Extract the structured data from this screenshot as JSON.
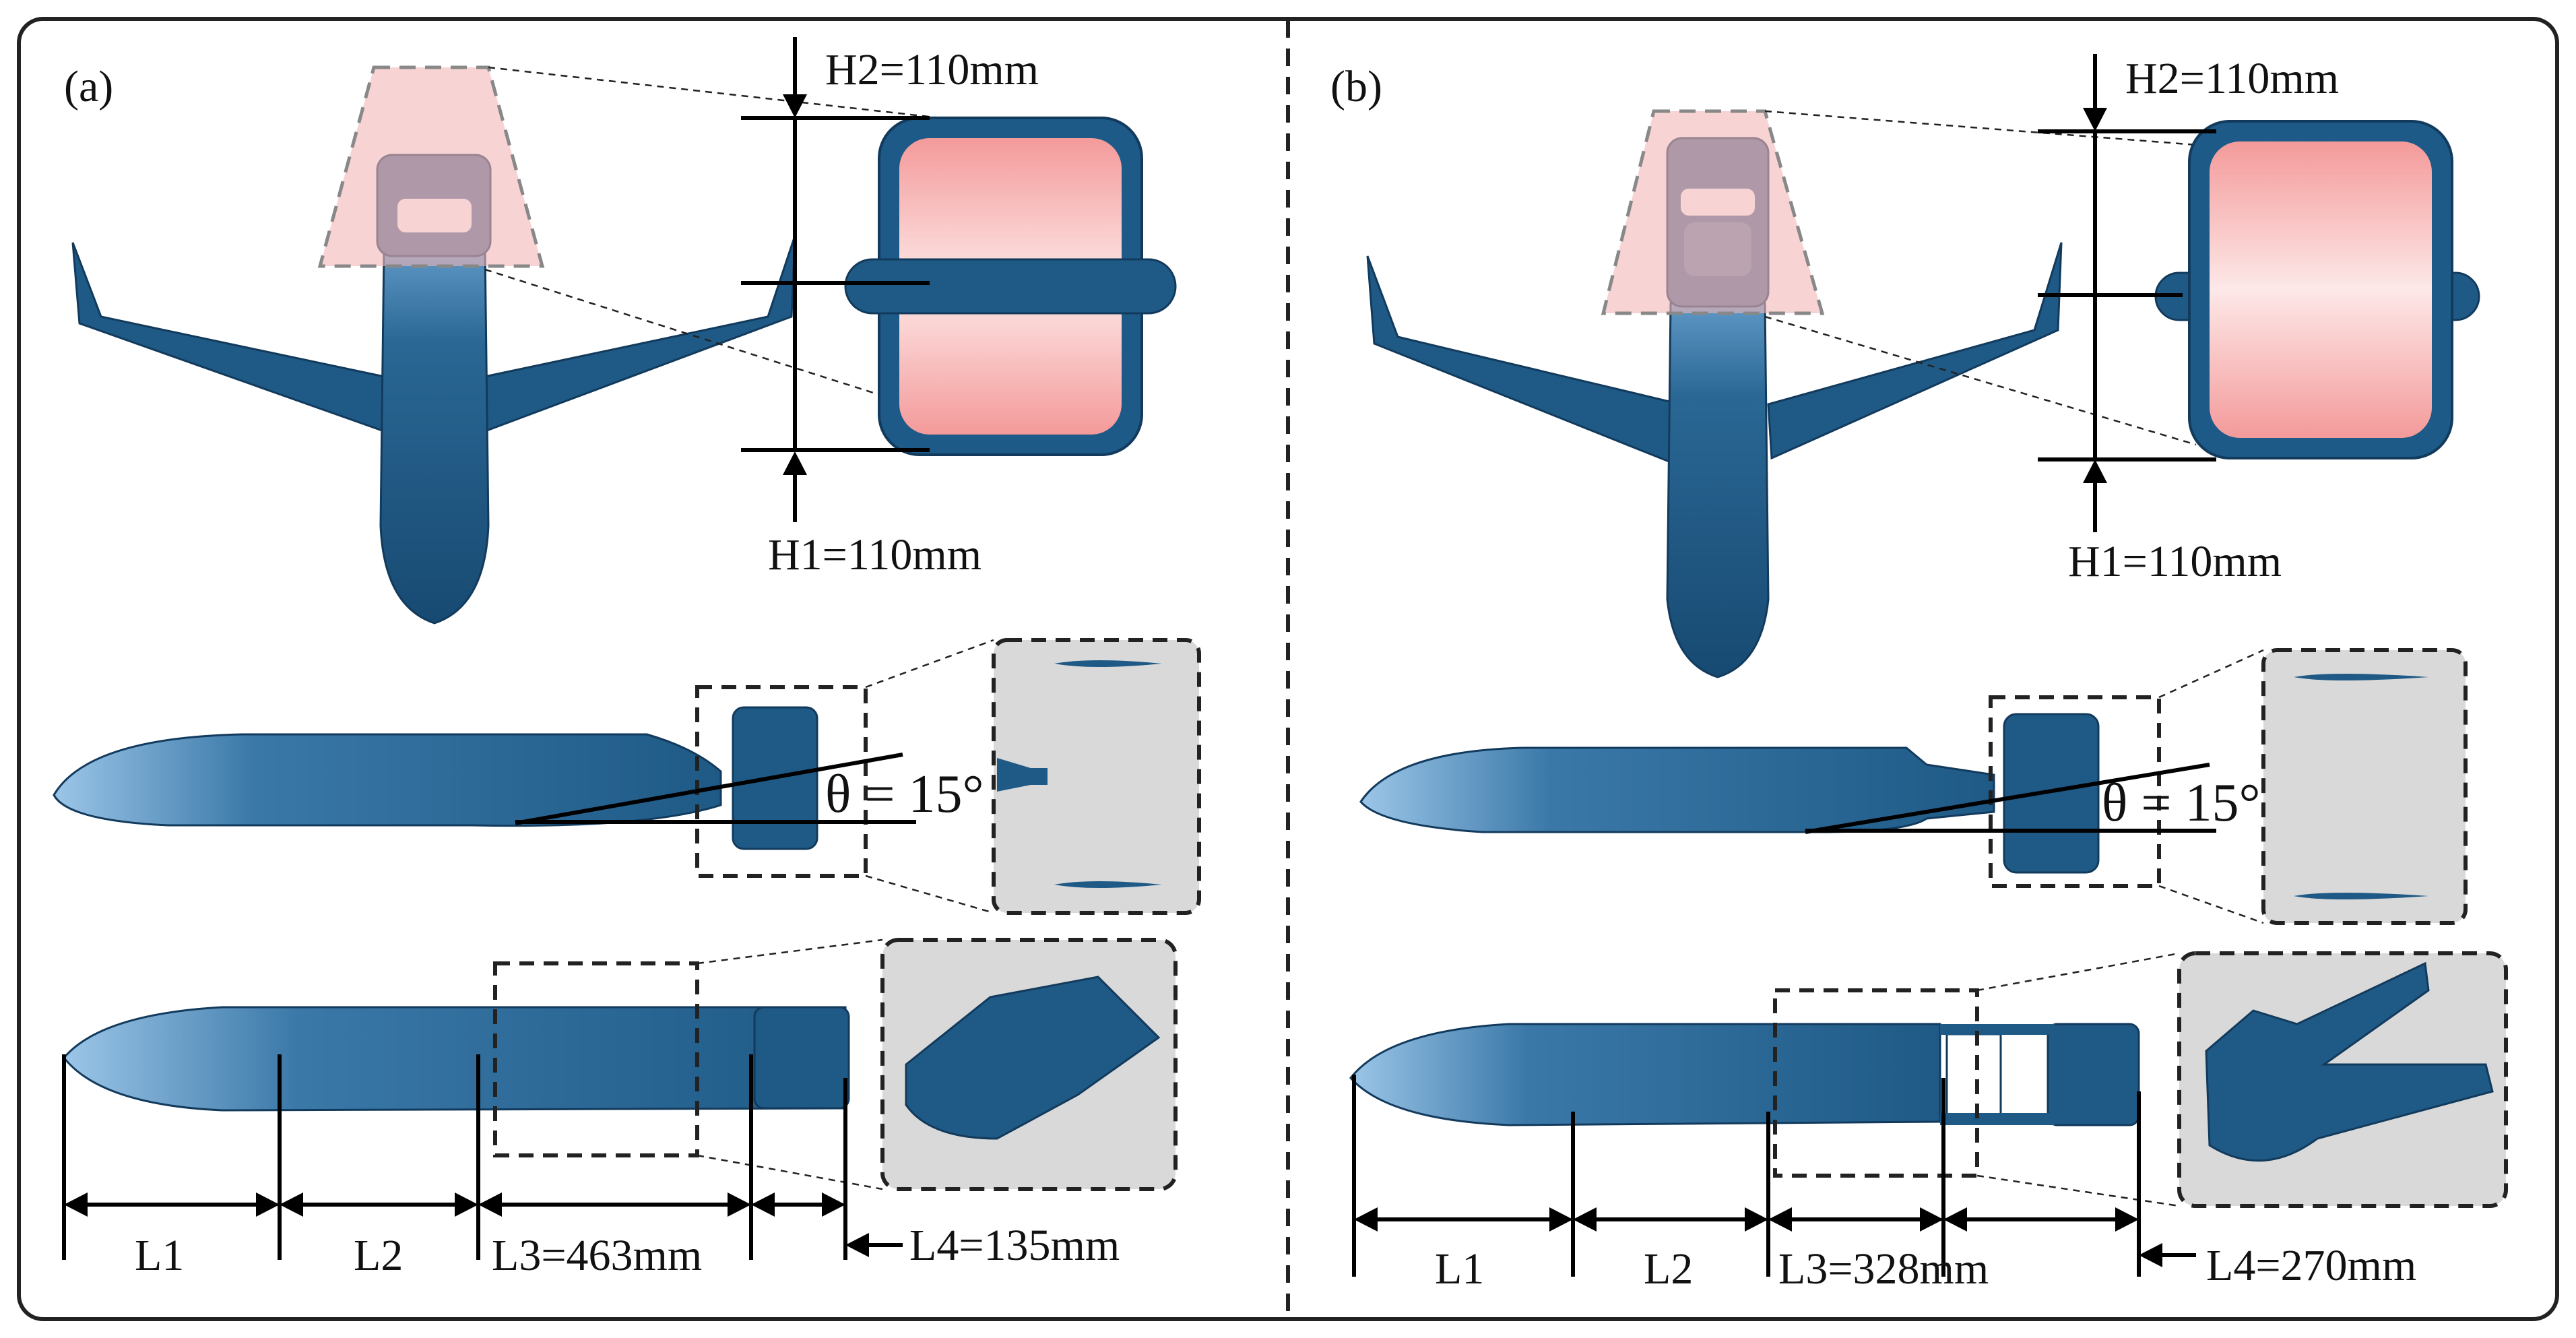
{
  "panels": [
    {
      "label": "(a)",
      "h2": "H2=110mm",
      "h1": "H1=110mm",
      "theta": "θ = 15°",
      "dims": {
        "l1": "L1",
        "l2": "L2",
        "l3": "L3=463mm",
        "l4": "L4=135mm"
      }
    },
    {
      "label": "(b)",
      "h2": "H2=110mm",
      "h1": "H1=110mm",
      "theta": "θ = 15°",
      "dims": {
        "l1": "L1",
        "l2": "L2",
        "l3": "L3=328mm",
        "l4": "L4=270mm"
      }
    }
  ],
  "colors": {
    "hull": "#1f5a86",
    "hull_highlight": "#6fa7d3",
    "inlet_fill": "#f4a9a9",
    "highlight_region": "#f7c9c9",
    "zoom_background": "#d9d9d9",
    "frame": "#222222"
  }
}
